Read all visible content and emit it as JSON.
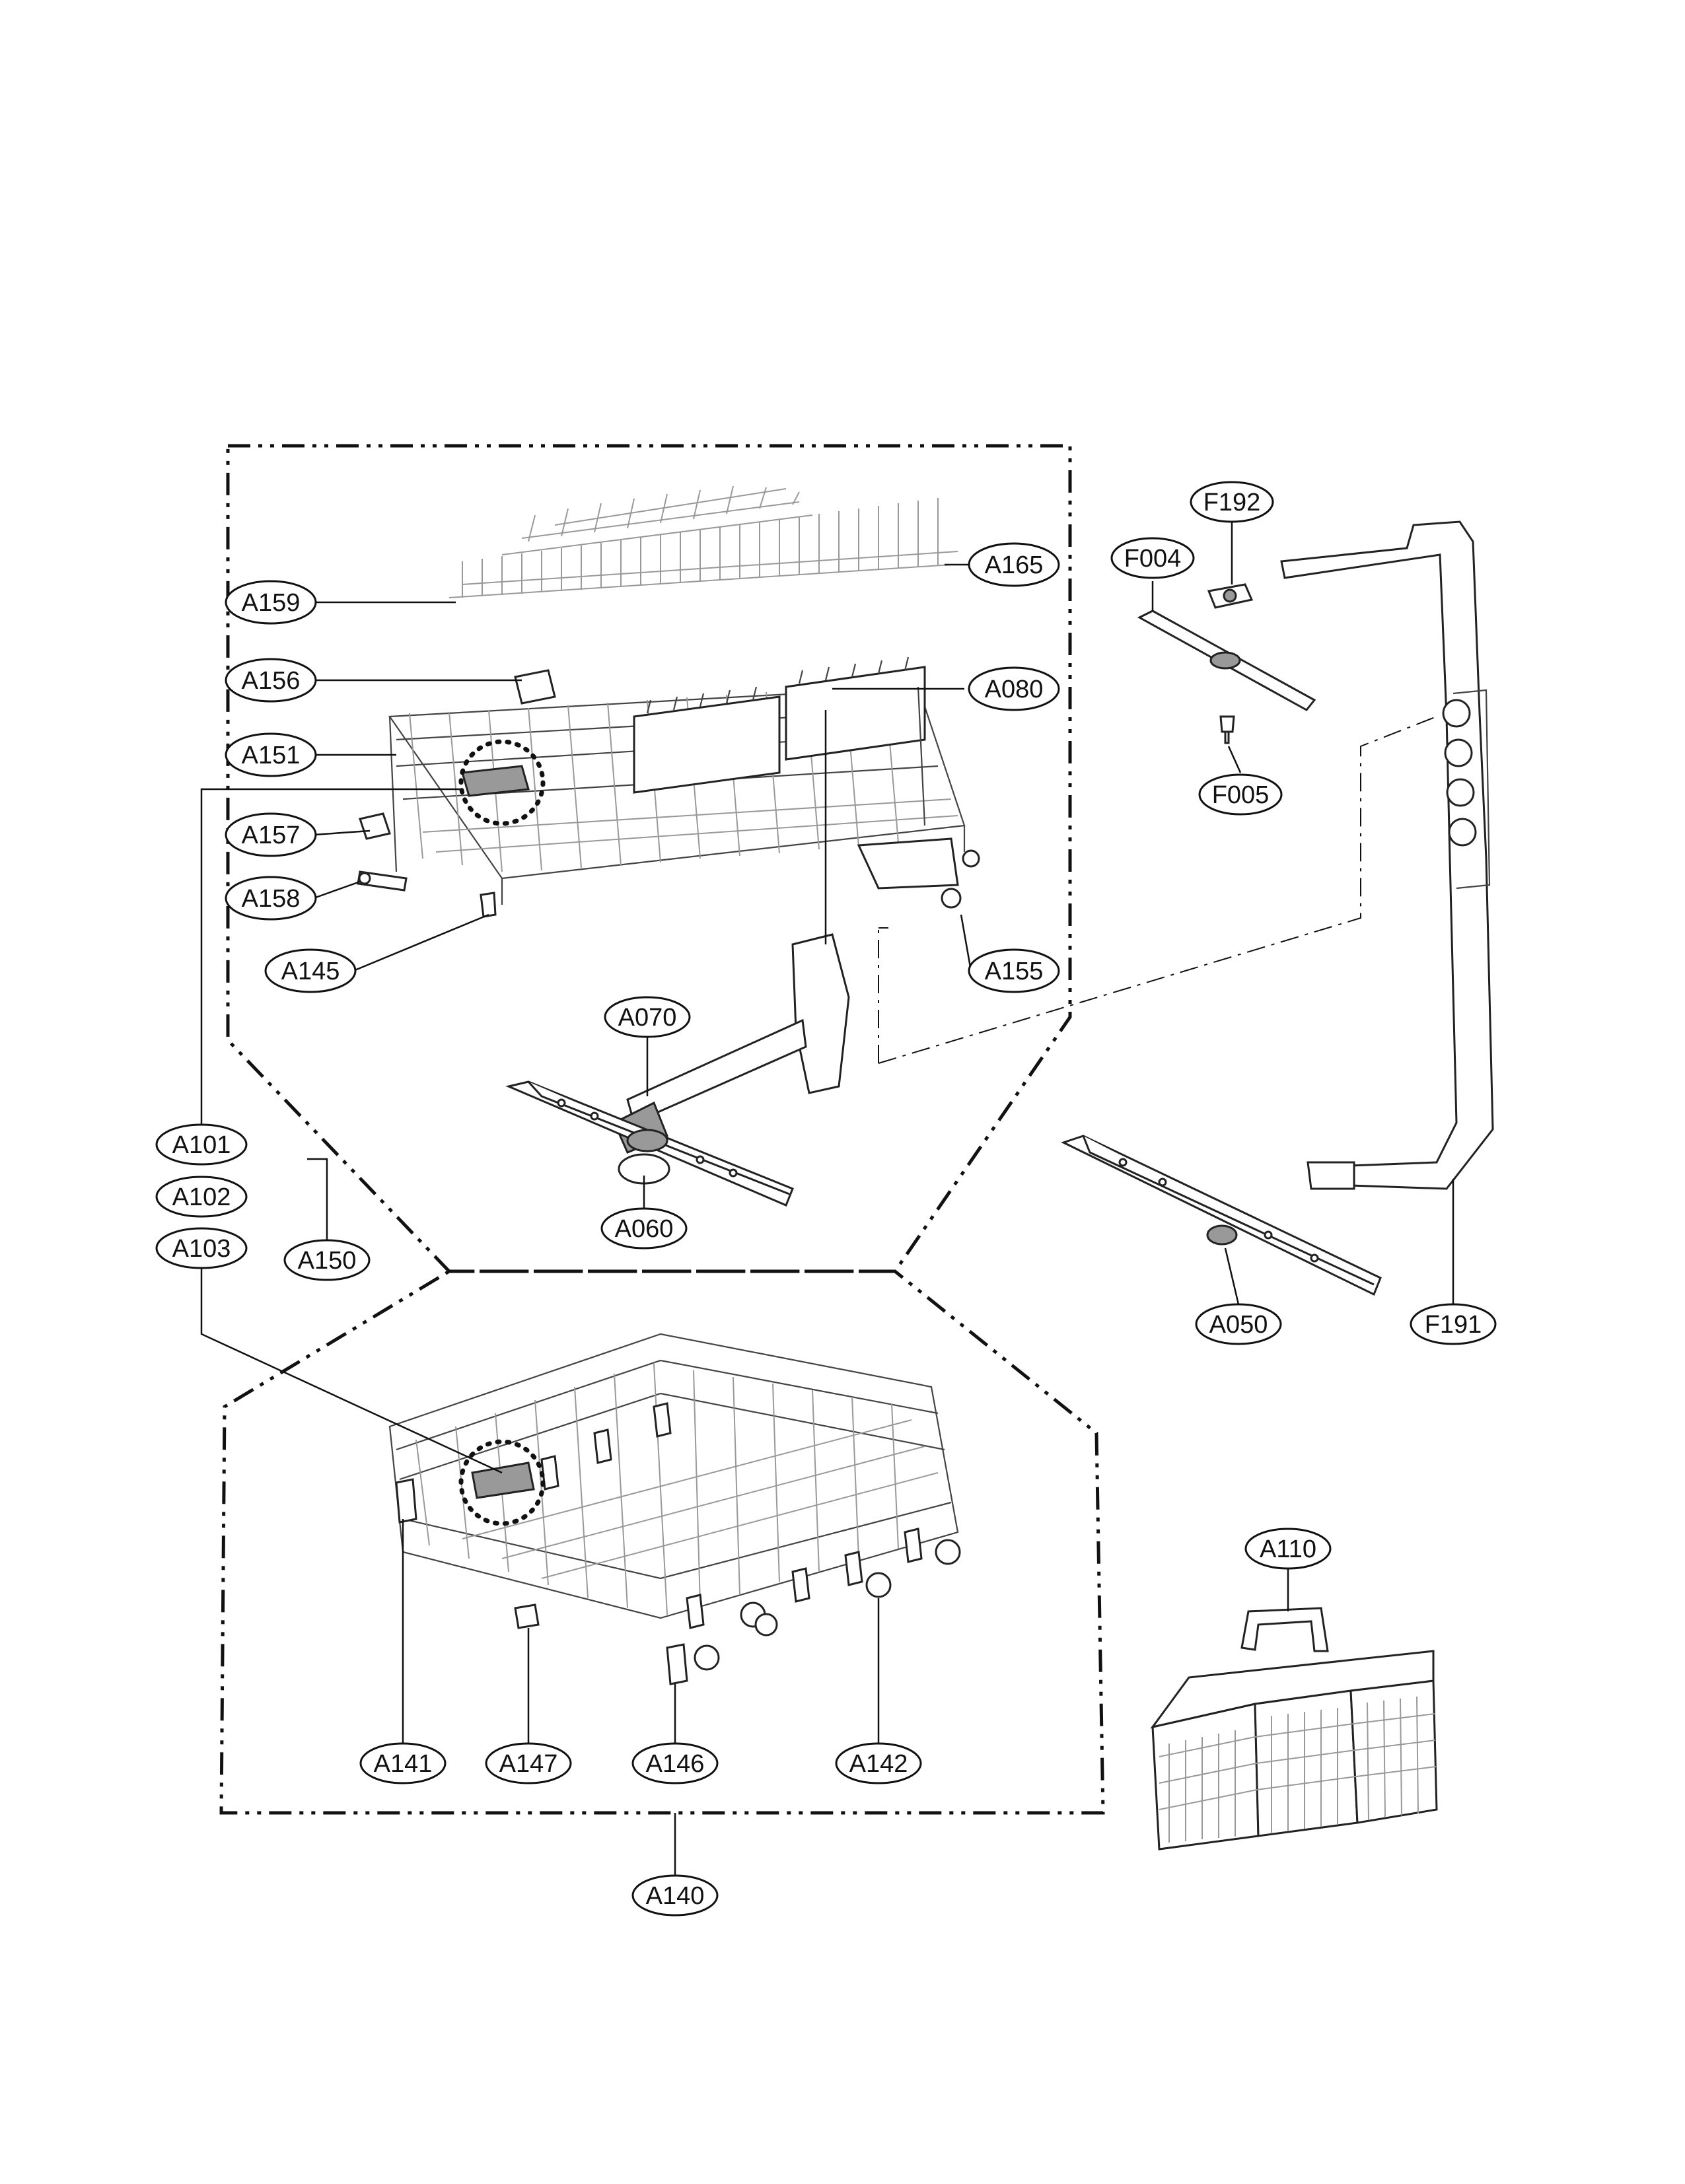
{
  "callouts": {
    "A159": "A159",
    "A156": "A156",
    "A151": "A151",
    "A157": "A157",
    "A158": "A158",
    "A145": "A145",
    "A165": "A165",
    "A080": "A080",
    "A155": "A155",
    "A070": "A070",
    "A060": "A060",
    "A101": "A101",
    "A102": "A102",
    "A103": "A103",
    "A150": "A150",
    "F192": "F192",
    "F004": "F004",
    "F005": "F005",
    "A050": "A050",
    "F191": "F191",
    "A141": "A141",
    "A147": "A147",
    "A146": "A146",
    "A142": "A142",
    "A140": "A140",
    "A110": "A110"
  }
}
